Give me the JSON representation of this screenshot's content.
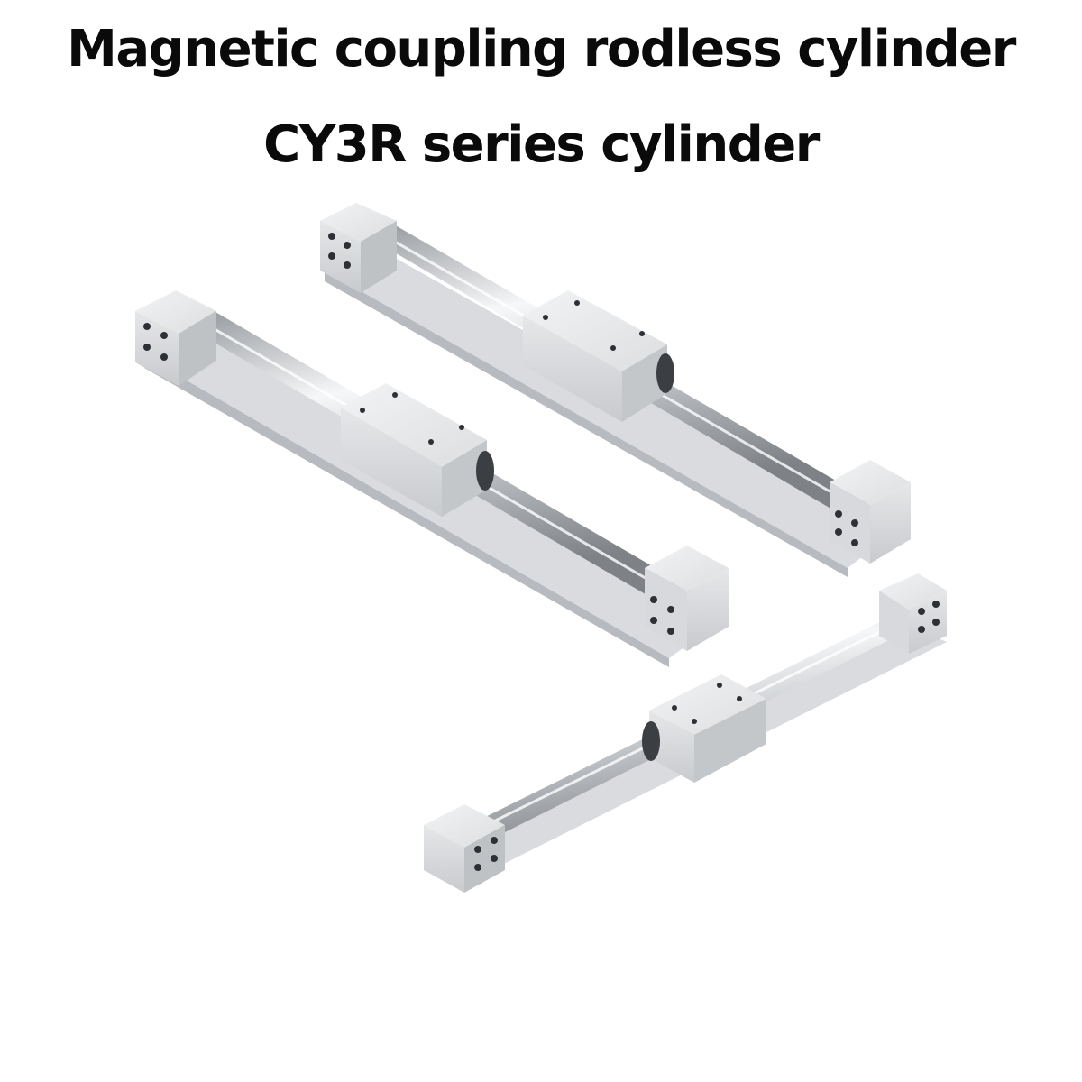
{
  "heading": {
    "line1": "Magnetic coupling rodless cylinder",
    "line2": "CY3R series cylinder"
  },
  "photo": {
    "subject": "three-rodless-cylinders",
    "colors": {
      "aluminum_light": "#e7e8ea",
      "aluminum_mid": "#cfd1d4",
      "aluminum_dark": "#a9acb0",
      "tube_highlight": "#f6f7f8",
      "tube_shadow": "#8f9398",
      "hole": "#2d3035"
    }
  }
}
